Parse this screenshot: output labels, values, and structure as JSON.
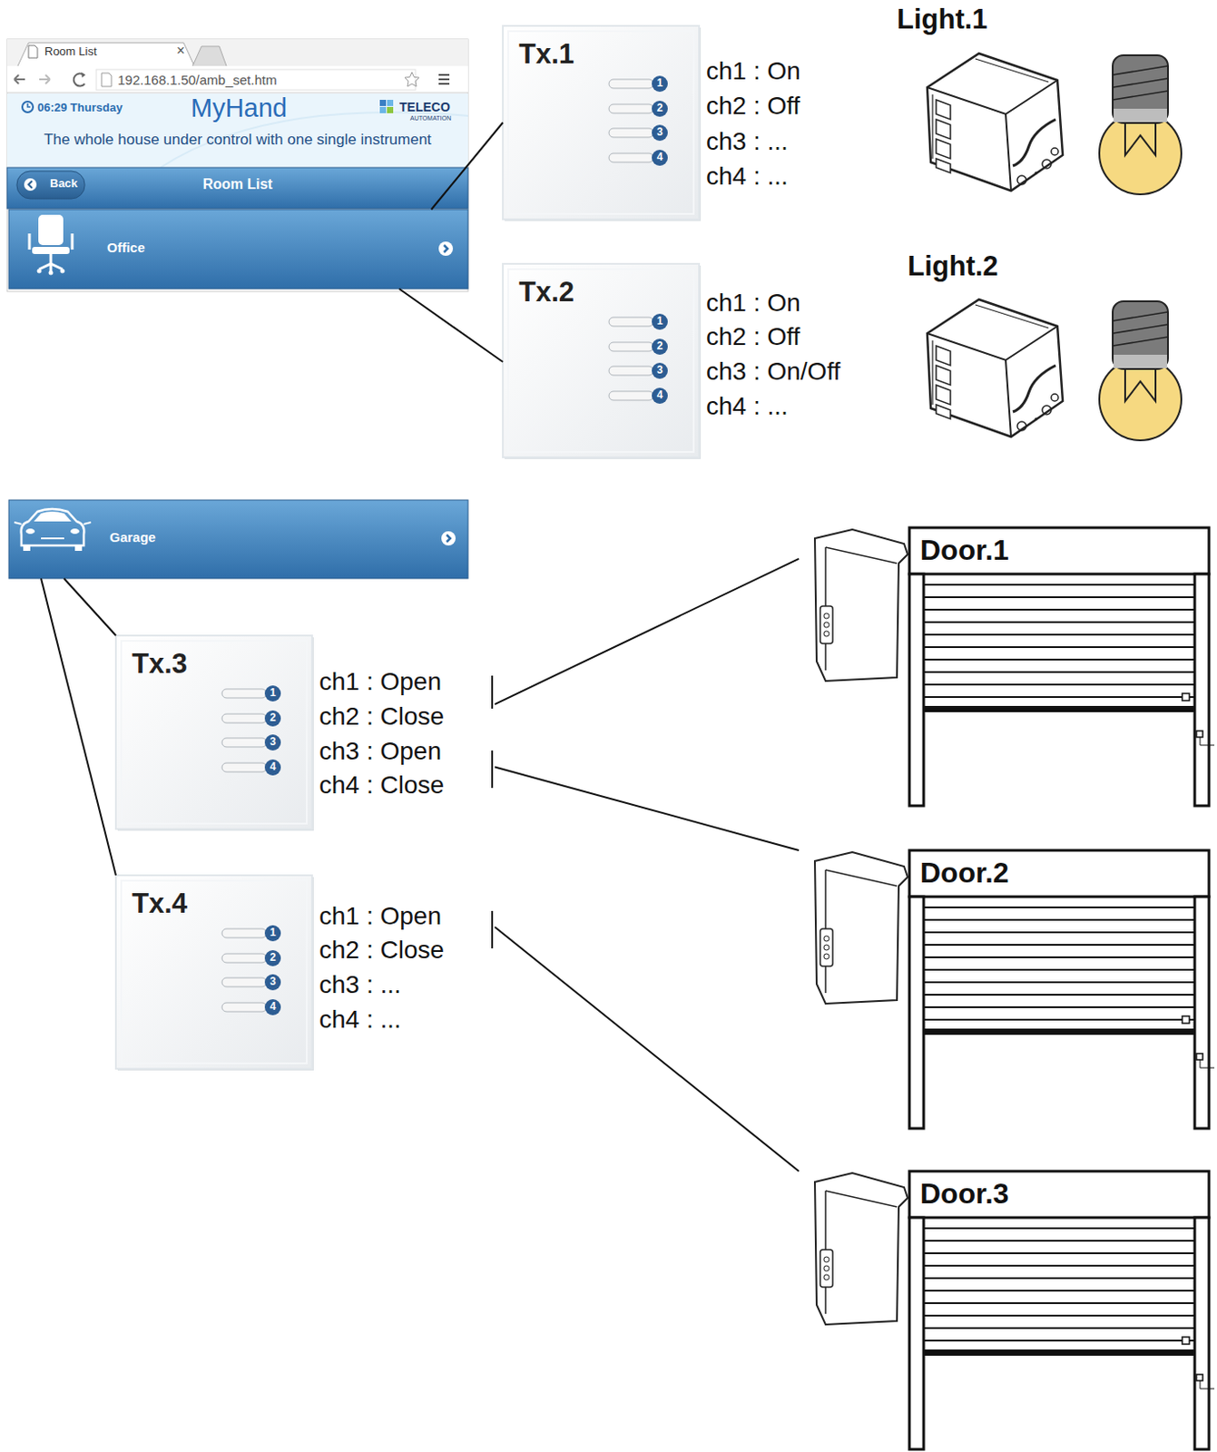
{
  "diagram": {
    "nodes": [
      {
        "text": [
          "Room List",
          "×",
          "192.168.1.50/amb_set.htm",
          "06:29 Thursday",
          "MyHand",
          "TELECO",
          "AUTOMATION",
          "The whole house under control with one single instrument",
          "Back",
          "Room List"
        ]
      },
      {
        "text": [
          "Office"
        ],
        "in": 0
      },
      {
        "text": [
          "Tx.1",
          "1",
          "2",
          "3",
          "4",
          "ch1 : On",
          "ch2 : Off",
          "ch3 : ...",
          "ch4 : ..."
        ]
      },
      {
        "text": [
          "Light.1"
        ]
      },
      {
        "text": [
          "Tx.2",
          "1",
          "2",
          "3",
          "4",
          "ch1 : On",
          "ch2 : Off",
          "ch3 : On/Off",
          "ch4 : ..."
        ]
      },
      {
        "text": [
          "Light.2"
        ]
      },
      {
        "text": [
          "Garage"
        ]
      },
      {
        "text": [
          "Tx.3",
          "1",
          "2",
          "3",
          "4",
          "ch1 : Open",
          "ch2 : Close",
          "ch3 : Open",
          "ch4 : Close"
        ]
      },
      {
        "text": [
          "Door.1"
        ]
      },
      {
        "text": [
          "Door.2"
        ]
      },
      {
        "text": [
          "Tx.4",
          "1",
          "2",
          "3",
          "4",
          "ch1 : Open",
          "ch2 : Close",
          "ch3 : ...",
          "ch4 : ..."
        ]
      },
      {
        "text": [
          "Door.3"
        ]
      }
    ],
    "edges": [
      {
        "from": 1,
        "to": 2,
        "arrow": "none"
      },
      {
        "from": 1,
        "to": 4,
        "arrow": "none"
      },
      {
        "from": 6,
        "to": 7,
        "arrow": "none"
      },
      {
        "from": 6,
        "to": 10,
        "arrow": "none"
      },
      {
        "from": 7,
        "to": 8,
        "arrow": "none"
      },
      {
        "from": 7,
        "to": 9,
        "arrow": "none"
      },
      {
        "from": 10,
        "to": 11,
        "arrow": "none"
      }
    ]
  }
}
